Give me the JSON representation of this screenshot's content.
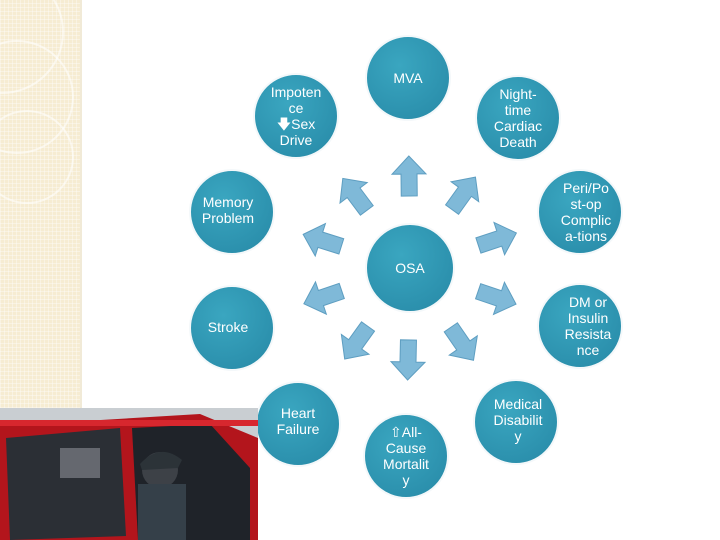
{
  "center": {
    "label": "OSA"
  },
  "nodes": [
    {
      "id": "mva",
      "label": "MVA"
    },
    {
      "id": "night-time-cardiac-death",
      "label": "Night-\ntime\nCardiac\nDeath"
    },
    {
      "id": "peri-post-op-complications",
      "label": "Peri/Po\nst-op\nComplic\na-tions"
    },
    {
      "id": "dm-insulin-resistance",
      "label": "DM or\nInsulin\nResista\nnce"
    },
    {
      "id": "medical-disability",
      "label": "Medical\nDisabilit\ny"
    },
    {
      "id": "all-cause-mortality",
      "label": "⇧All-\nCause\nMortalit\ny"
    },
    {
      "id": "heart-failure",
      "label": "Heart\nFailure"
    },
    {
      "id": "stroke",
      "label": "Stroke"
    },
    {
      "id": "memory-problem",
      "label": "Memory\nProblem"
    },
    {
      "id": "impotence-sex-drive",
      "label": "Impoten\nce\n🡇Sex\nDrive"
    }
  ],
  "colors": {
    "node_fill": "#2e98b3",
    "node_stroke": "#f4f8fa",
    "arrow_fill": "#7fb9d8",
    "arrow_stroke": "#5e9ec1",
    "label_text": "#ffffff",
    "strip": "#f6ecd2"
  },
  "photo": {
    "description_icon": "car-photo-icon"
  }
}
